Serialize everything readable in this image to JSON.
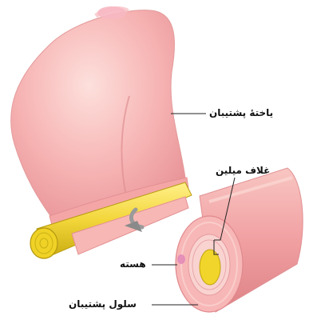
{
  "labels": {
    "schwann_cell_wrap": "یاختهٔ پشتیبان",
    "myelin_sheath": "غلاف میلین",
    "nucleus": "هسته",
    "schwann_cell": "سلول پشتیبان"
  },
  "colors": {
    "cell_pink": "#f4a3a5",
    "cell_light": "#fbd2cf",
    "cell_dark": "#d9787b",
    "myelin_yellow": "#f3d63a",
    "axon_yellow": "#e8d32a",
    "arrow_gray": "#9a9a9a",
    "line": "#222222"
  }
}
